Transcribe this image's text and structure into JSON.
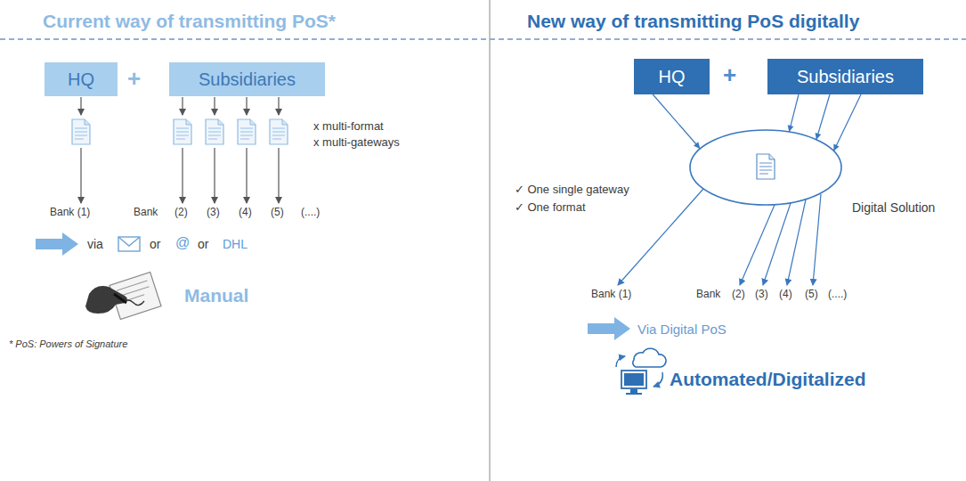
{
  "diagram": {
    "nodes": [
      {
        "text": [
          "HQ"
        ]
      },
      {
        "text": [
          "Subsidiaries"
        ]
      },
      {
        "text": [
          "HQ"
        ]
      },
      {
        "text": [
          "Subsidiaries"
        ]
      },
      {
        "text": [
          "Digital Solution"
        ]
      }
    ],
    "edges": [
      {
        "from": 2,
        "to": 4,
        "arrow": "to"
      },
      {
        "from": 3,
        "to": 4,
        "arrow": "to"
      },
      {
        "from": 3,
        "to": 4,
        "arrow": "to"
      },
      {
        "from": 3,
        "to": 4,
        "arrow": "to"
      }
    ],
    "labels": [
      "Current way of transmitting PoS*",
      "New way of transmitting PoS digitally",
      "+",
      "x multi-format",
      "x multi-gateways",
      "Bank (1)",
      "Bank",
      "(2)",
      "(3)",
      "(4)",
      "(5)",
      "(....)",
      "via",
      "or",
      "@",
      "or",
      "DHL",
      "Manual",
      "* PoS: Powers of Signature",
      "+",
      "✓ One single gateway",
      "✓ One format",
      "Bank (1)",
      "Bank",
      "(2)",
      "(3)",
      "(4)",
      "(5)",
      "(....)",
      "Via Digital PoS",
      "Automated/Digitalized"
    ]
  }
}
